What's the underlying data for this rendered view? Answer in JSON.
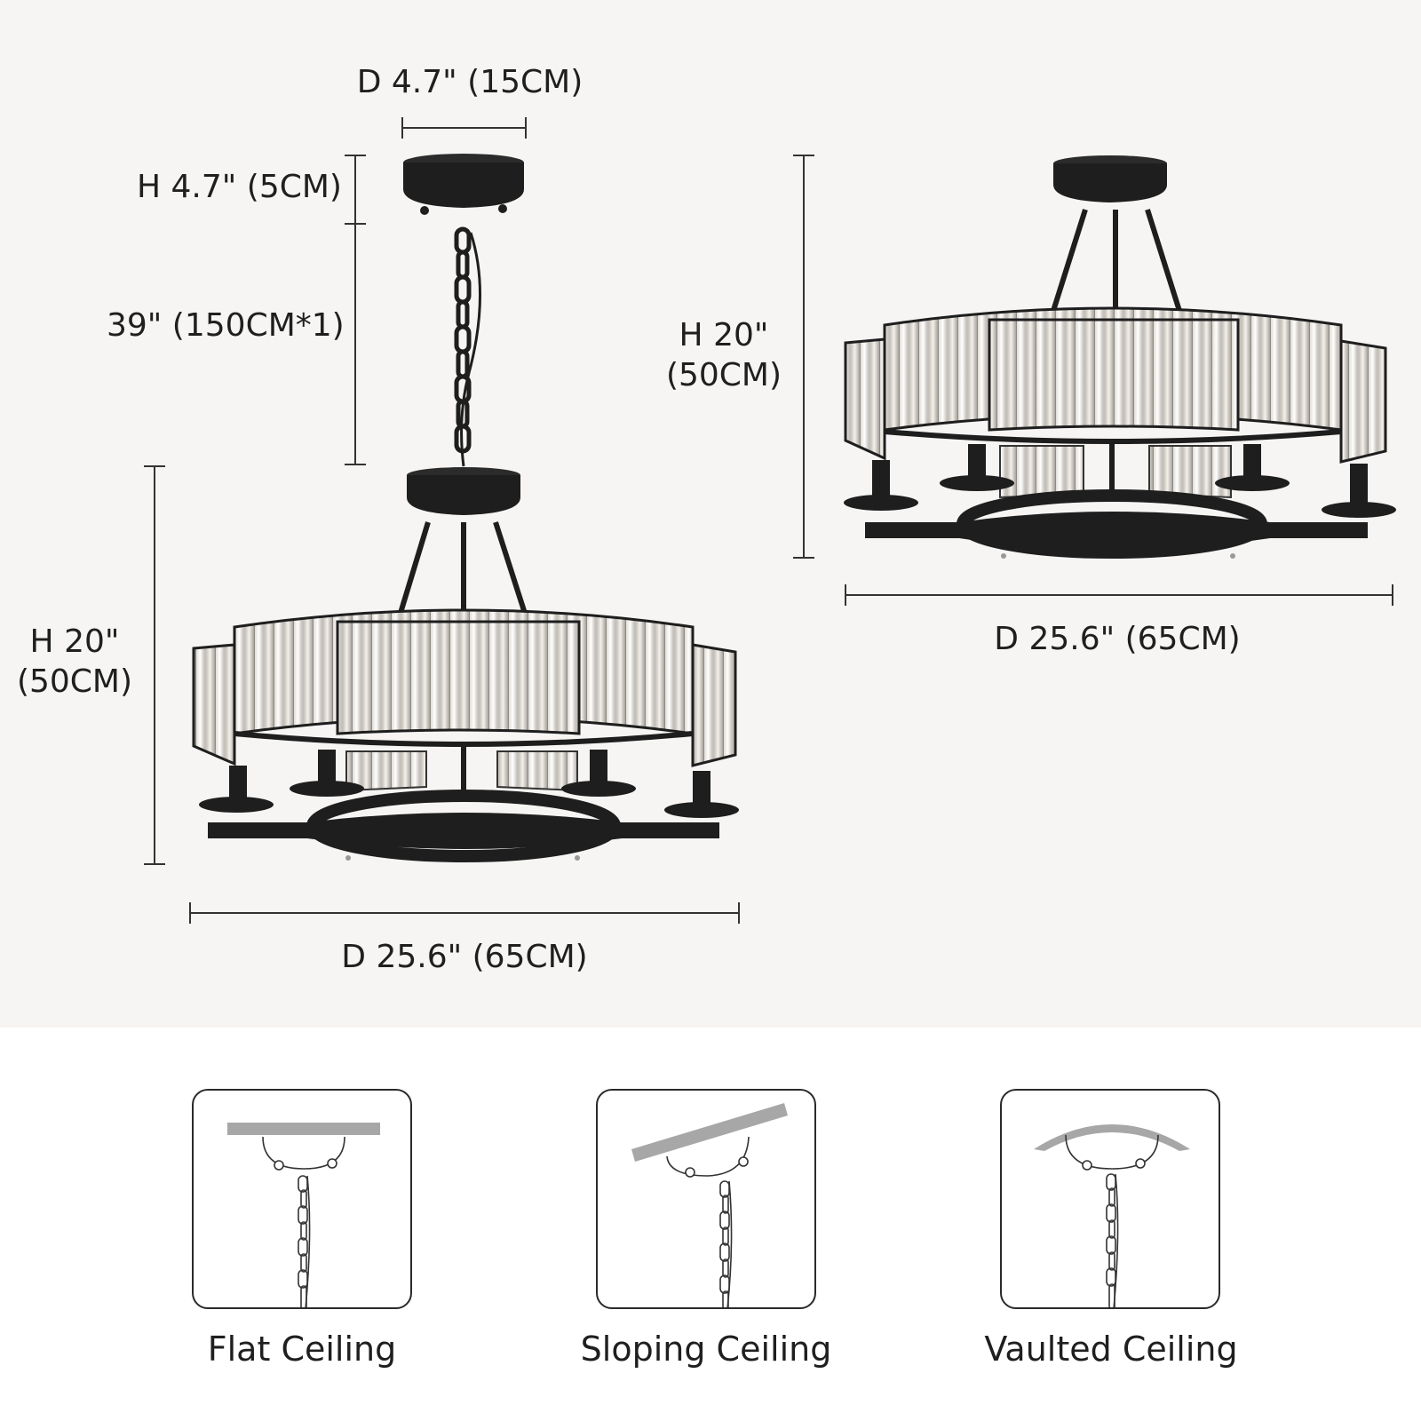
{
  "dimensions": {
    "canopy_diameter": "D 4.7\" (15CM)",
    "canopy_height": "H 4.7\" (5CM)",
    "chain_length": "39\" (150CM*1)",
    "pendant_height_line1": "H 20\"",
    "pendant_height_line2": "(50CM)",
    "pendant_diameter": "D 25.6\" (65CM)",
    "flush_height_line1": "H 20\"",
    "flush_height_line2": "(50CM)",
    "flush_diameter": "D 25.6\" (65CM)"
  },
  "ceiling_types": [
    {
      "label": "Flat Ceiling",
      "icon": "flat-ceiling-icon"
    },
    {
      "label": "Sloping Ceiling",
      "icon": "sloping-ceiling-icon"
    },
    {
      "label": "Vaulted Ceiling",
      "icon": "vaulted-ceiling-icon"
    }
  ],
  "colors": {
    "panel_background": "#f6f5f3",
    "metal_frame": "#1e1e1e",
    "ceiling_slab": "#a7a7a7"
  }
}
